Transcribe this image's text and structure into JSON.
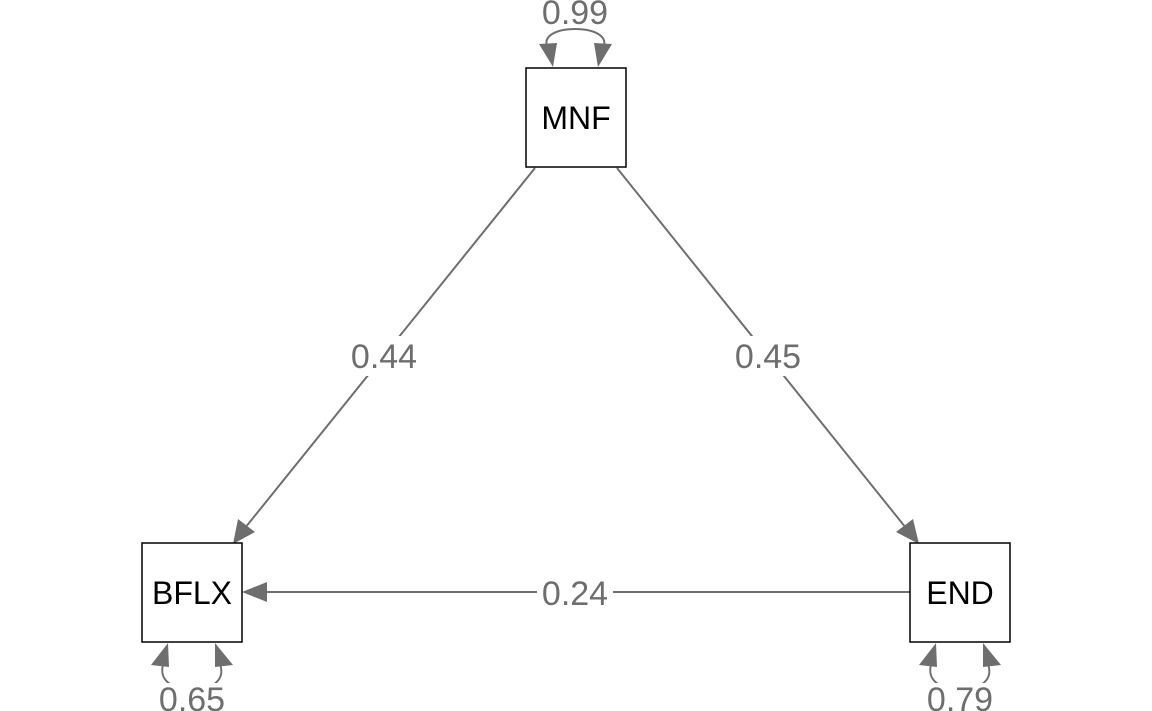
{
  "nodes": {
    "mnf": {
      "label": "MNF"
    },
    "bflx": {
      "label": "BFLX"
    },
    "end": {
      "label": "END"
    }
  },
  "paths": {
    "mnf_to_bflx": {
      "from": "MNF",
      "to": "BFLX",
      "coefficient": "0.44"
    },
    "mnf_to_end": {
      "from": "MNF",
      "to": "END",
      "coefficient": "0.45"
    },
    "end_to_bflx": {
      "from": "END",
      "to": "BFLX",
      "coefficient": "0.24"
    }
  },
  "residuals": {
    "mnf": {
      "node": "MNF",
      "value": "0.99"
    },
    "bflx": {
      "node": "BFLX",
      "value": "0.65"
    },
    "end": {
      "node": "END",
      "value": "0.79"
    }
  },
  "colors": {
    "edge": "#6e6e6e",
    "node_border": "#000000",
    "node_text": "#000000",
    "background": "#ffffff"
  }
}
